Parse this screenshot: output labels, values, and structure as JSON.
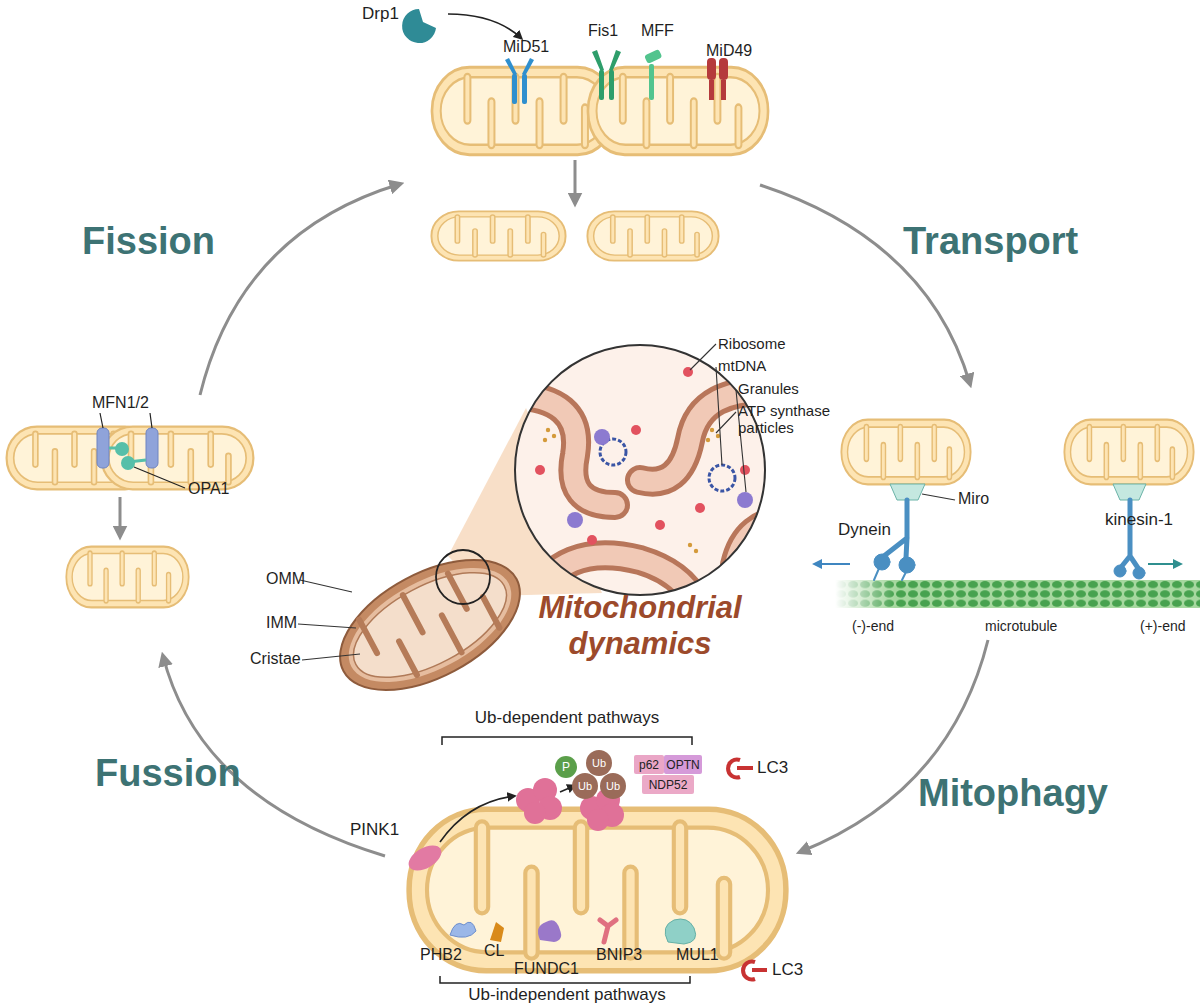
{
  "diagram": {
    "nodes": [
      {
        "text": [
          "P"
        ]
      },
      {
        "text": [
          "Ub"
        ]
      },
      {
        "text": [
          "Ub"
        ]
      },
      {
        "text": [
          "Ub"
        ]
      },
      {
        "text": [
          "p62"
        ]
      },
      {
        "text": [
          "OPTN"
        ]
      },
      {
        "text": [
          "NDP52"
        ]
      }
    ],
    "labels": [
      "Drp1",
      "MiD51",
      "Fis1",
      "MFF",
      "MiD49",
      "Fission",
      "Transport",
      "MFN1/2",
      "OPA1",
      "Ribosome",
      "mtDNA",
      "Granules",
      "ATP synthase particles",
      "OMM",
      "IMM",
      "Cristae",
      "Miro",
      "Dynein",
      "kinesin-1",
      "(-)-end",
      "microtubule",
      "(+)-end",
      "Mitochondrial dynamics",
      "Ub-dependent pathways",
      "PINK1",
      "LC3",
      "Fussion",
      "Mitophagy",
      "PHB2",
      "CL",
      "FUNDC1",
      "BNIP3",
      "MUL1",
      "LC3",
      "Ub-independent pathways"
    ]
  }
}
